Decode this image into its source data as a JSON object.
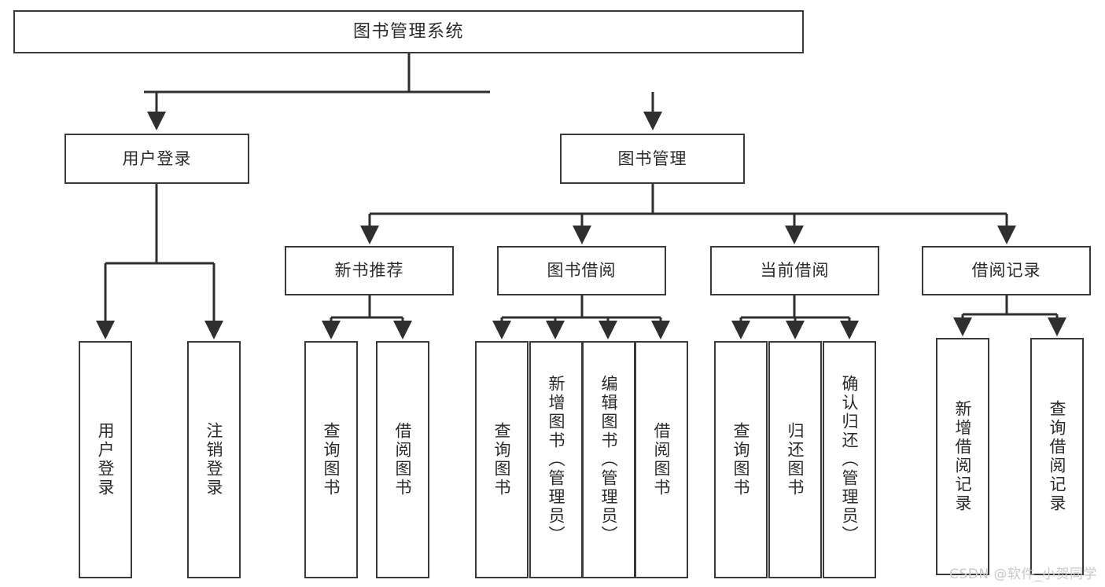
{
  "diagram": {
    "title": "图书管理系统",
    "type": "function-structure-tree",
    "levels": 4,
    "root": {
      "id": "root",
      "label": "图书管理系统"
    },
    "level2": [
      {
        "id": "user-login",
        "label": "用户登录"
      },
      {
        "id": "book-manage",
        "label": "图书管理"
      }
    ],
    "level3": [
      {
        "id": "new-book-rec",
        "label": "新书推荐",
        "parent": "book-manage"
      },
      {
        "id": "book-borrow",
        "label": "图书借阅",
        "parent": "book-manage"
      },
      {
        "id": "current-borrow",
        "label": "当前借阅",
        "parent": "book-manage"
      },
      {
        "id": "borrow-record",
        "label": "借阅记录",
        "parent": "book-manage"
      }
    ],
    "leaves": [
      {
        "id": "leaf-user-login",
        "label": "用户登录",
        "parent": "user-login"
      },
      {
        "id": "leaf-user-logout",
        "label": "注销登录",
        "parent": "user-login"
      },
      {
        "id": "leaf-query-book-1",
        "label": "查询图书",
        "parent": "new-book-rec"
      },
      {
        "id": "leaf-borrow-book-1",
        "label": "借阅图书",
        "parent": "new-book-rec"
      },
      {
        "id": "leaf-query-book-2",
        "label": "查询图书",
        "parent": "book-borrow"
      },
      {
        "id": "leaf-add-book",
        "label": "新增图书（管理员）",
        "parent": "book-borrow"
      },
      {
        "id": "leaf-edit-book",
        "label": "编辑图书（管理员）",
        "parent": "book-borrow"
      },
      {
        "id": "leaf-borrow-book-2",
        "label": "借阅图书",
        "parent": "book-borrow"
      },
      {
        "id": "leaf-query-book-3",
        "label": "查询图书",
        "parent": "current-borrow"
      },
      {
        "id": "leaf-return-book",
        "label": "归还图书",
        "parent": "current-borrow"
      },
      {
        "id": "leaf-confirm-return",
        "label": "确认归还（管理员）",
        "parent": "current-borrow"
      },
      {
        "id": "leaf-add-record",
        "label": "新增借阅记录",
        "parent": "borrow-record"
      },
      {
        "id": "leaf-query-record",
        "label": "查询借阅记录",
        "parent": "borrow-record"
      }
    ],
    "colors": {
      "box_border": "#3a3a3a",
      "box_fill": "#ffffff",
      "connector": "#2f2f2f",
      "text": "#2b2b2b",
      "watermark": "#c9c9c9",
      "background": "#ffffff"
    }
  },
  "watermark": {
    "text": "CSDN @软件_小贺同学"
  }
}
